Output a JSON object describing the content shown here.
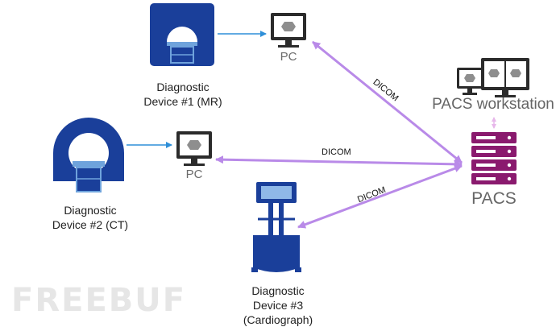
{
  "nodes": {
    "mr_device": {
      "line1": "Diagnostic",
      "line2": "Device #1 (MR)"
    },
    "ct_device": {
      "line1": "Diagnostic",
      "line2": "Device #2 (CT)"
    },
    "cardio_device": {
      "line1": "Diagnostic",
      "line2": "Device #3 (Cardiograph)"
    },
    "pc_top": {
      "label": "PC"
    },
    "pc_mid": {
      "label": "PC"
    },
    "pacs_workstation": {
      "label": "PACS workstation"
    },
    "pacs": {
      "label": "PACS"
    }
  },
  "edges": {
    "dicom_top": "DICOM",
    "dicom_mid": "DICOM",
    "dicom_bottom": "DICOM"
  },
  "watermark": "FREEBUF",
  "colors": {
    "device_blue": "#1a3f9a",
    "link_blue": "#2f8fd8",
    "dicom_purple": "#b98ae8",
    "pacs_purple": "#8a1a6e",
    "pc_dark": "#2b2b2b"
  }
}
